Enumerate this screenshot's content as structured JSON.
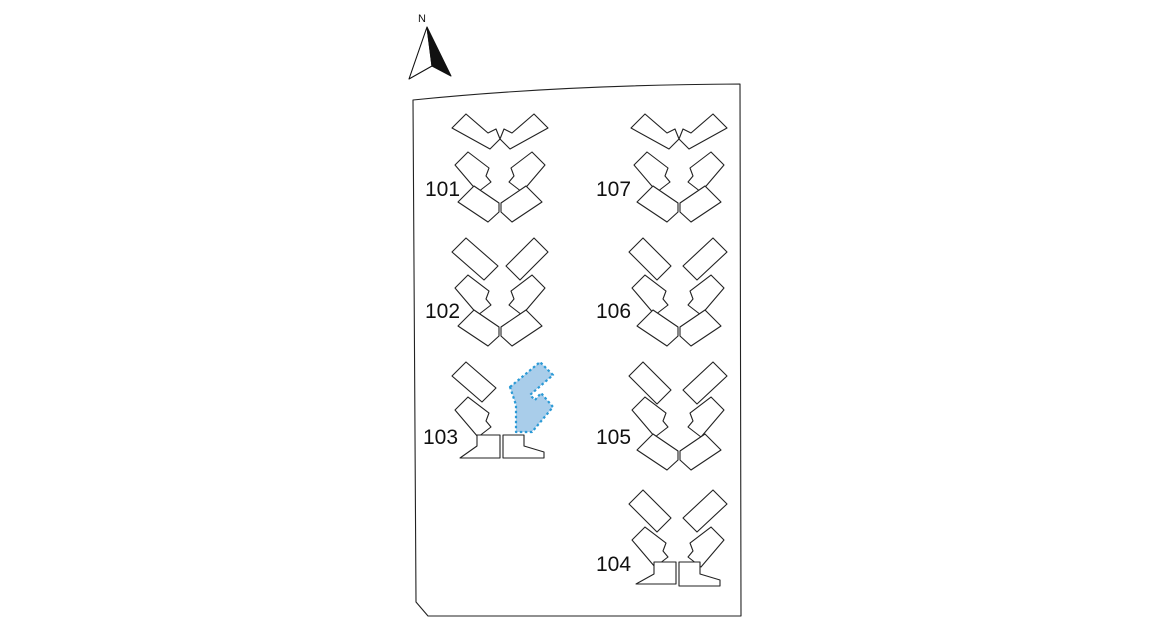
{
  "compass": {
    "label": "N"
  },
  "highlight_color": "#a9cdea",
  "highlight_border_color": "#2b9ad6",
  "buildings": [
    {
      "id": "101",
      "label": "101",
      "selected": false
    },
    {
      "id": "102",
      "label": "102",
      "selected": false
    },
    {
      "id": "103",
      "label": "103",
      "selected": true
    },
    {
      "id": "104",
      "label": "104",
      "selected": false
    },
    {
      "id": "105",
      "label": "105",
      "selected": false
    },
    {
      "id": "106",
      "label": "106",
      "selected": false
    },
    {
      "id": "107",
      "label": "107",
      "selected": false
    }
  ]
}
